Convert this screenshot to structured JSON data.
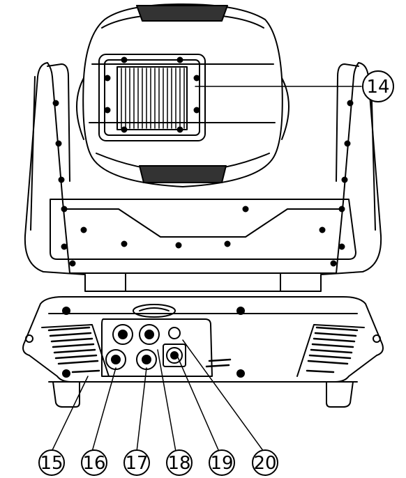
{
  "callouts": [
    {
      "id": "c14",
      "label": "14"
    },
    {
      "id": "c15",
      "label": "15"
    },
    {
      "id": "c16",
      "label": "16"
    },
    {
      "id": "c17",
      "label": "17"
    },
    {
      "id": "c18",
      "label": "18"
    },
    {
      "id": "c19",
      "label": "19"
    },
    {
      "id": "c20",
      "label": "20"
    }
  ]
}
